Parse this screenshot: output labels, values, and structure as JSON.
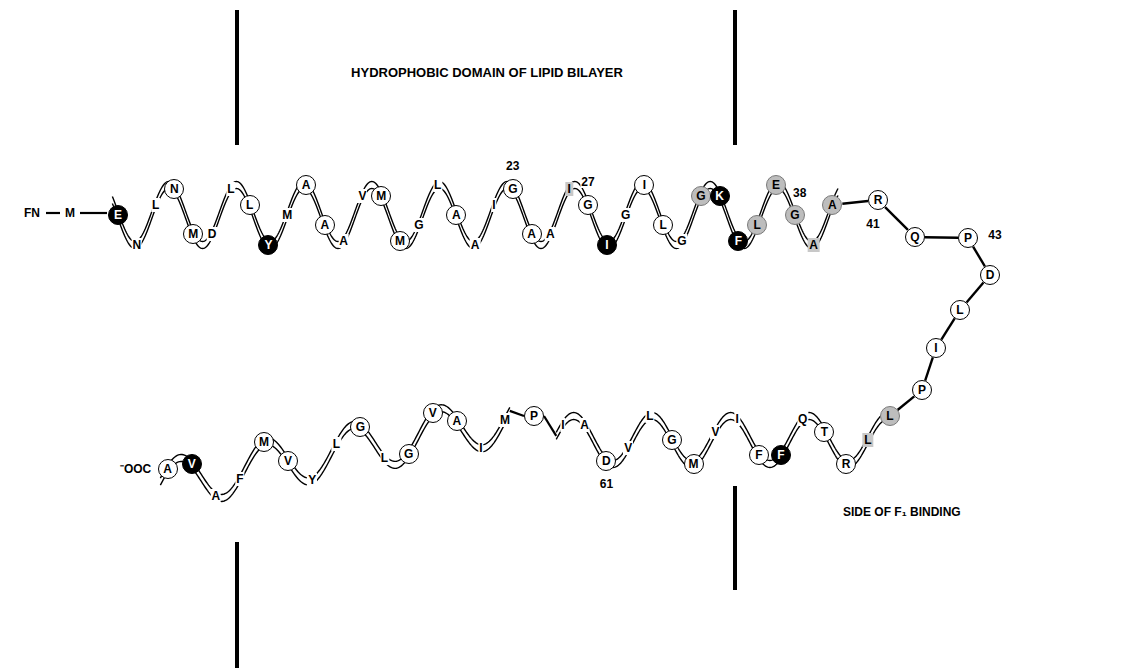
{
  "diagram": {
    "nodes": [
      {
        "text": [
          "E"
        ]
      },
      {
        "text": [
          "N"
        ]
      },
      {
        "text": [
          "M"
        ]
      },
      {
        "text": [
          "L"
        ]
      },
      {
        "text": [
          "Y"
        ]
      },
      {
        "text": [
          "A"
        ]
      },
      {
        "text": [
          "A"
        ]
      },
      {
        "text": [
          "M"
        ]
      },
      {
        "text": [
          "M"
        ]
      },
      {
        "text": [
          "A"
        ]
      },
      {
        "text": [
          "G"
        ]
      },
      {
        "text": [
          "A"
        ]
      },
      {
        "text": [
          "G"
        ]
      },
      {
        "text": [
          "I"
        ]
      },
      {
        "text": [
          "I"
        ]
      },
      {
        "text": [
          "L"
        ]
      },
      {
        "text": [
          "G"
        ]
      },
      {
        "text": [
          "K"
        ]
      },
      {
        "text": [
          "F"
        ]
      },
      {
        "text": [
          "L"
        ]
      },
      {
        "text": [
          "E"
        ]
      },
      {
        "text": [
          "G"
        ]
      },
      {
        "text": [
          "A"
        ]
      },
      {
        "text": [
          "R"
        ]
      },
      {
        "text": [
          "Q"
        ]
      },
      {
        "text": [
          "P"
        ]
      },
      {
        "text": [
          "D"
        ]
      },
      {
        "text": [
          "L"
        ]
      },
      {
        "text": [
          "I"
        ]
      },
      {
        "text": [
          "P"
        ]
      },
      {
        "text": [
          "L"
        ]
      },
      {
        "text": [
          "R"
        ]
      },
      {
        "text": [
          "T"
        ]
      },
      {
        "text": [
          "F"
        ]
      },
      {
        "text": [
          "F"
        ]
      },
      {
        "text": [
          "M"
        ]
      },
      {
        "text": [
          "G"
        ]
      },
      {
        "text": [
          "D"
        ]
      },
      {
        "text": [
          "P"
        ]
      },
      {
        "text": [
          "A"
        ]
      },
      {
        "text": [
          "V"
        ]
      },
      {
        "text": [
          "G"
        ]
      },
      {
        "text": [
          "G"
        ]
      },
      {
        "text": [
          "V"
        ]
      },
      {
        "text": [
          "M"
        ]
      },
      {
        "text": [
          "V"
        ]
      },
      {
        "text": [
          "A"
        ]
      }
    ],
    "edges": [
      {
        "from": 22,
        "to": 23,
        "arrow": "none"
      },
      {
        "from": 23,
        "to": 24,
        "arrow": "none"
      },
      {
        "from": 24,
        "to": 25,
        "arrow": "none"
      },
      {
        "from": 25,
        "to": 26,
        "arrow": "none"
      },
      {
        "from": 26,
        "to": 27,
        "arrow": "none"
      },
      {
        "from": 27,
        "to": 28,
        "arrow": "none"
      },
      {
        "from": 28,
        "to": 29,
        "arrow": "none"
      },
      {
        "from": 29,
        "to": 30,
        "arrow": "none"
      }
    ],
    "labels": [
      "HYDROPHOBIC DOMAIN OF LIPID BILAYER",
      "FN",
      "M",
      "N",
      "L",
      "D",
      "L",
      "M",
      "A",
      "V",
      "G",
      "L",
      "A",
      "I",
      "A",
      "I",
      "G",
      "G",
      "A",
      "L",
      "Q",
      "I",
      "V",
      "L",
      "V",
      "A",
      "I",
      "M",
      "I",
      "L",
      "L",
      "Y",
      "F",
      "A",
      "23",
      "27",
      "38",
      "41",
      "43",
      "61",
      "⁻OOC",
      "SIDE OF F₁ BINDING"
    ]
  }
}
